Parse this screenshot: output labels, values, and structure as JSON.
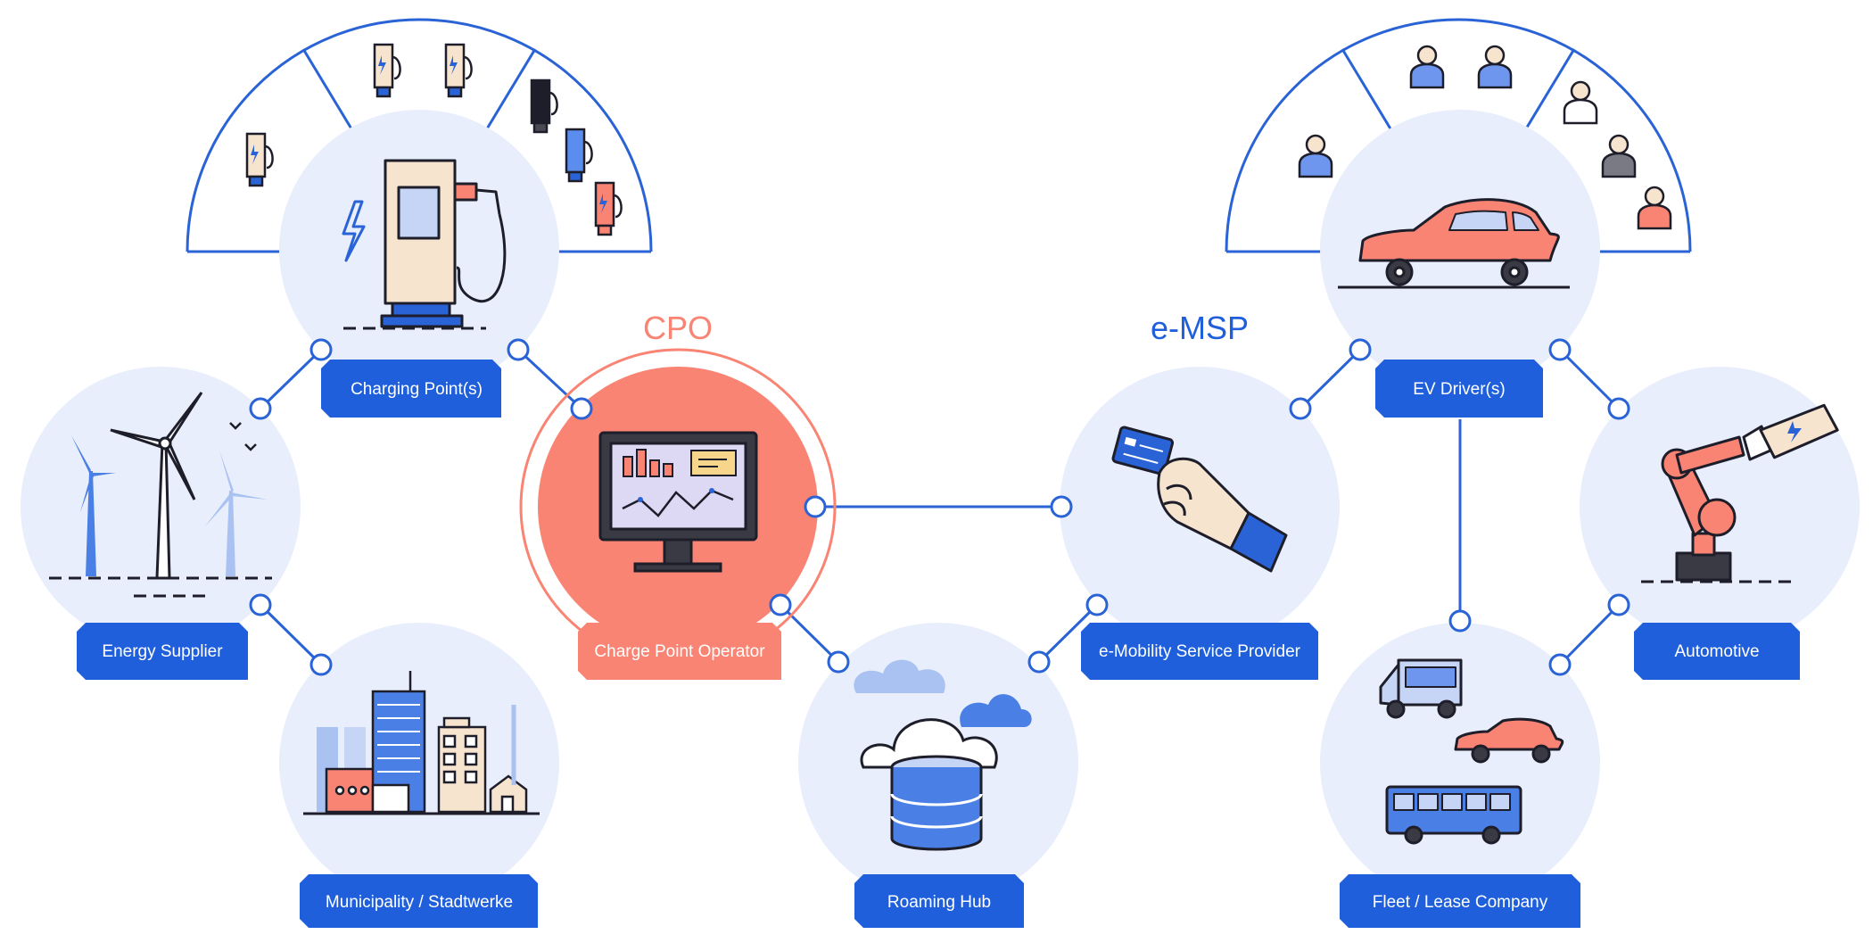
{
  "headings": {
    "cpo": "CPO",
    "emsp": "e-MSP"
  },
  "nodes": {
    "charging_points": "Charging Point(s)",
    "energy_supplier": "Energy Supplier",
    "municipality": "Municipality / Stadtwerke",
    "cpo": "Charge Point Operator",
    "roaming_hub": "Roaming Hub",
    "emsp": "e-Mobility Service Provider",
    "ev_drivers": "EV Driver(s)",
    "automotive": "Automotive",
    "fleet": "Fleet / Lease Company"
  },
  "colors": {
    "accent_blue": "#1f5fdc",
    "cpo_coral": "#f98474",
    "circle_fill": "#e8eefb",
    "line": "#2a63d6"
  }
}
